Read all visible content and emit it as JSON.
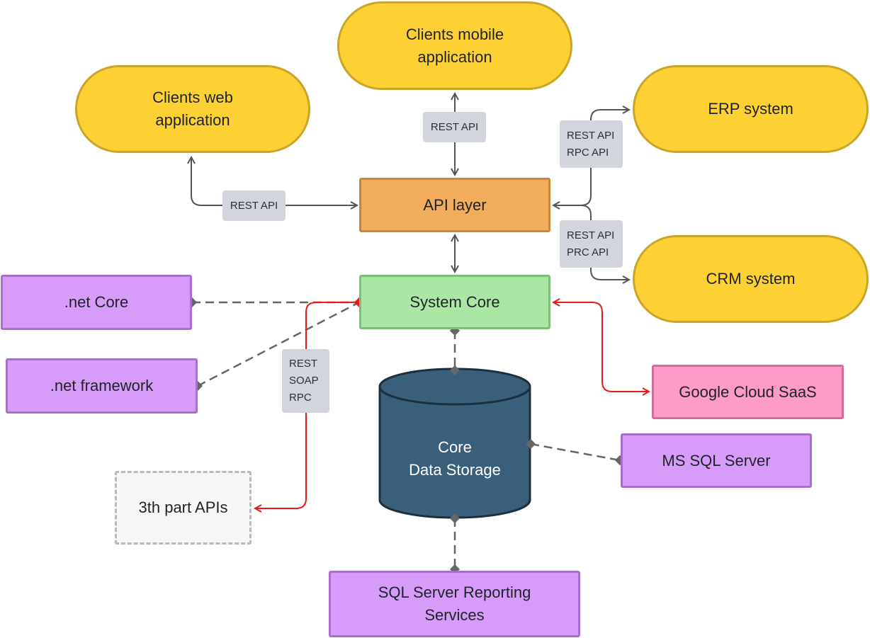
{
  "nodes": {
    "clients_mobile": "Clients mobile application",
    "clients_web": "Clients web application",
    "erp": "ERP system",
    "crm": "CRM system",
    "api_layer": "API layer",
    "system_core": "System Core",
    "net_core": ".net Core",
    "net_framework": ".net framework",
    "google_cloud": "Google Cloud SaaS",
    "ms_sql": "MS SQL Server",
    "third_party": "3th part APIs",
    "reporting": "SQL Server Reporting Services",
    "storage": [
      "Core",
      "Data Storage"
    ]
  },
  "labels": {
    "mobile_api": [
      "REST API"
    ],
    "web_api": [
      "REST API"
    ],
    "erp_api": [
      "REST API",
      "RPC API"
    ],
    "crm_api": [
      "REST API",
      "PRC API"
    ],
    "third_api": [
      "REST",
      "SOAP",
      "RPC"
    ]
  },
  "colors": {
    "client": "#fdd134",
    "api_layer": "#f1ad5b",
    "system_core": "#abe7a4",
    "technology": "#d79cfa",
    "cloud": "#fd9ac6",
    "storage": "#3a5f7b",
    "link": "#555555",
    "external_link": "#e8191c"
  }
}
